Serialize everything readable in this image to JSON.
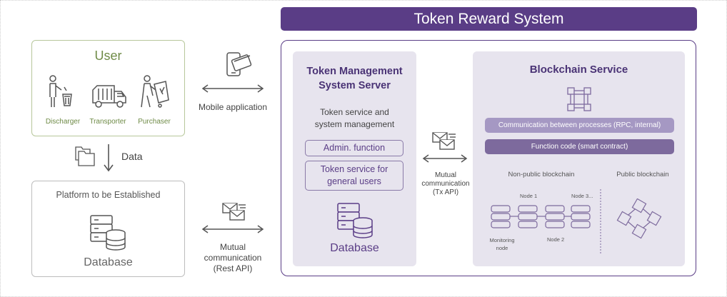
{
  "banner": {
    "title": "Token Reward System"
  },
  "user": {
    "title": "User",
    "roles": [
      "Discharger",
      "Transporter",
      "Purchaser"
    ]
  },
  "data_flow": {
    "label": "Data"
  },
  "mobile": {
    "label": "Mobile application"
  },
  "platform": {
    "title": "Platform to be Established",
    "db_label": "Database"
  },
  "rest_comm": {
    "line1": "Mutual",
    "line2": "communication",
    "line3": "(Rest API)"
  },
  "tms": {
    "title_line1": "Token Management",
    "title_line2": "System Server",
    "sub_line1": "Token service and",
    "sub_line2": "system management",
    "admin_label": "Admin. function",
    "general_line1": "Token service for",
    "general_line2": "general users",
    "db_label": "Database"
  },
  "tx_comm": {
    "line1": "Mutual",
    "line2": "communication",
    "line3": "(Tx API)"
  },
  "blockchain": {
    "title": "Blockchain Service",
    "bar1": "Communication between processes (RPC, internal)",
    "bar2": "Function code (smart contract)",
    "nonpublic_label": "Non-public blockchain",
    "public_label": "Public blockchain",
    "node1": "Node 1",
    "node2": "Node 2",
    "node3": "Node 3...",
    "monitoring_line1": "Monitoring",
    "monitoring_line2": "node"
  },
  "colors": {
    "primary": "#5a3d86",
    "user_green": "#6f8b47",
    "panel_bg": "#e7e4ee"
  }
}
